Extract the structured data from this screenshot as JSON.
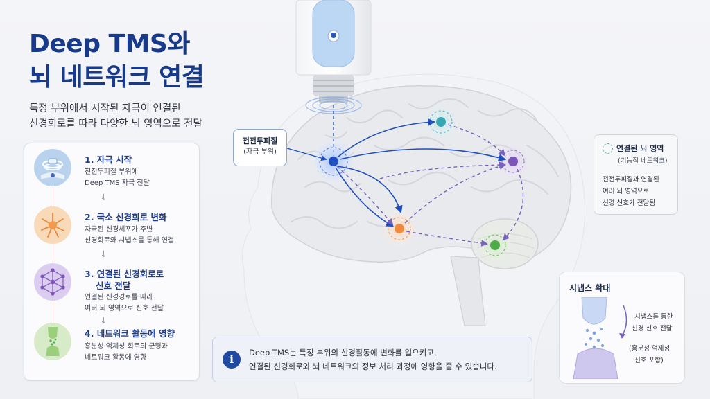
{
  "title": {
    "line1": "Deep TMS와",
    "line2": "뇌 네트워크 연결"
  },
  "subtitle": {
    "line1": "특정 부위에서 시작된 자극이 연결된",
    "line2": "신경회로를 따라 다양한 뇌 영역으로 전달"
  },
  "steps": [
    {
      "title": "1. 자극 시작",
      "desc1": "전전두피질 부위에",
      "desc2": "Deep TMS 자극 전달",
      "icon": "coil-stimulation-icon",
      "color": "#b9d3ef"
    },
    {
      "title": "2. 국소 신경회로 변화",
      "desc1": "자극된 신경세포가 주변",
      "desc2": "신경회로와 시냅스를 통해 연결",
      "icon": "neuron-icon",
      "color": "#f8d9b8"
    },
    {
      "title": "3. 연결된 신경회로로",
      "title2": "신호 전달",
      "desc1": "연결된 신경경로를 따라",
      "desc2": "여러 뇌 영역으로 신호 전달",
      "icon": "network-icon",
      "color": "#dccdf0"
    },
    {
      "title": "4. 네트워크 활동에 영향",
      "desc1": "흥분성·억제성 회로의 균형과",
      "desc2": "네트워크 활동에 영향",
      "icon": "synapse-icon",
      "color": "#d7ebc9"
    }
  ],
  "step_arrow": "↓",
  "pfc_callout": {
    "title": "전전두피질",
    "sub": "(자극 부위)"
  },
  "legend": {
    "title": "연결된 뇌 영역",
    "sub": "(기능적 네트워크)",
    "desc1": "전전두피질과 연결된",
    "desc2": "여러 뇌 영역으로",
    "desc3": "신경 신호가 전달됨"
  },
  "synapse": {
    "title": "시냅스 확대",
    "text1": "시냅스를 통한",
    "text2": "신경 신호 전달",
    "text3": "(흥분성·억제성",
    "text4": "신호 포함)"
  },
  "info": {
    "icon_glyph": "i",
    "line1": "Deep TMS는 특정 부위의 신경활동에 변화를 일으키고,",
    "line2": "연결된 신경회로와 뇌 네트워크의 정보 처리 과정에 영향을 줄 수 있습니다."
  },
  "colors": {
    "accent": "#173a8a",
    "stim": "#1f4fbf",
    "teal": "#38a7b4",
    "purple": "#7d55b8",
    "orange": "#f08a3c",
    "green": "#4faa4a"
  }
}
